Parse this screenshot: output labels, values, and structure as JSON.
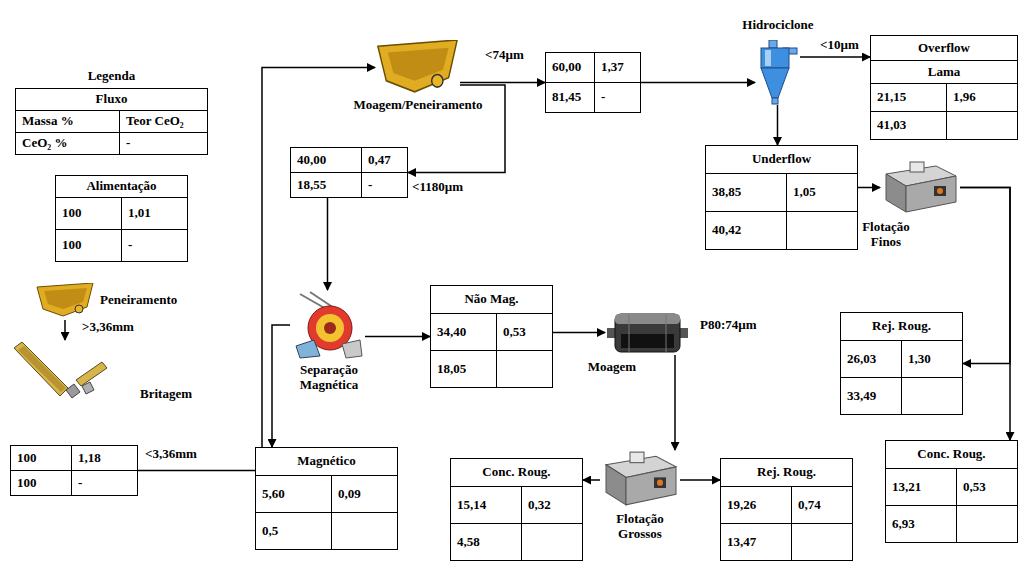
{
  "diagram": {
    "nodes": [
      {
        "text": [
          "Legenda",
          "Fluxo",
          "Massa %",
          "Teor CeO₂",
          "CeO₂ %",
          "-"
        ]
      },
      {
        "text": [
          "Alimentação",
          "100",
          "1,01",
          "100",
          "-"
        ]
      },
      {
        "text": [
          "Peneiramento"
        ]
      },
      {
        "text": [
          "Britagem"
        ]
      },
      {
        "text": [
          "100",
          "1,18",
          "100",
          "-"
        ]
      },
      {
        "text": [
          "Moagem/Peneiramento"
        ]
      },
      {
        "text": [
          "60,00",
          "1,37",
          "81,45",
          "-"
        ]
      },
      {
        "text": [
          "40,00",
          "0,47",
          "18,55",
          "-"
        ]
      },
      {
        "text": [
          "Hidrociclone"
        ]
      },
      {
        "text": [
          "Overflow",
          "Lama",
          "21,15",
          "1,96",
          "41,03"
        ]
      },
      {
        "text": [
          "Underflow",
          "38,85",
          "1,05",
          "40,42"
        ]
      },
      {
        "text": [
          "Flotação Finos"
        ]
      },
      {
        "text": [
          "Separação Magnética"
        ]
      },
      {
        "text": [
          "Não Mag.",
          "34,40",
          "0,53",
          "18,05"
        ]
      },
      {
        "text": [
          "Magnético",
          "5,60",
          "0,09",
          "0,5"
        ]
      },
      {
        "text": [
          "Moagem"
        ]
      },
      {
        "text": [
          "Conc. Roug.",
          "15,14",
          "0,32",
          "4,58"
        ]
      },
      {
        "text": [
          "Flotação Grossos"
        ]
      },
      {
        "text": [
          "Rej. Roug.",
          "19,26",
          "0,74",
          "13,47"
        ]
      },
      {
        "text": [
          "Rej. Roug.",
          "26,03",
          "1,30",
          "33,49"
        ]
      },
      {
        "text": [
          "Conc. Roug.",
          "13,21",
          "0,53",
          "6,93"
        ]
      }
    ],
    "edges": [
      {
        "from": 2,
        "to": 3,
        "arrow": "to"
      },
      {
        "from": 4,
        "to": 5,
        "arrow": "to"
      },
      {
        "from": 5,
        "to": 6,
        "arrow": "to"
      },
      {
        "from": 5,
        "to": 7,
        "arrow": "to"
      },
      {
        "from": 6,
        "to": 8,
        "arrow": "to"
      },
      {
        "from": 8,
        "to": 9,
        "arrow": "to"
      },
      {
        "from": 8,
        "to": 10,
        "arrow": "to"
      },
      {
        "from": 10,
        "to": 11,
        "arrow": "to"
      },
      {
        "from": 11,
        "to": 19,
        "arrow": "to"
      },
      {
        "from": 11,
        "to": 20,
        "arrow": "to"
      },
      {
        "from": 7,
        "to": 12,
        "arrow": "to"
      },
      {
        "from": 12,
        "to": 13,
        "arrow": "to"
      },
      {
        "from": 12,
        "to": 14,
        "arrow": "to"
      },
      {
        "from": 13,
        "to": 15,
        "arrow": "to"
      },
      {
        "from": 15,
        "to": 17,
        "arrow": "to"
      },
      {
        "from": 17,
        "to": 16,
        "arrow": "to"
      },
      {
        "from": 17,
        "to": 18,
        "arrow": "to"
      }
    ],
    "labels": [
      "<74µm",
      "<1180µm",
      ">3,36mm",
      "<3,36mm",
      "<10µm",
      "P80:74µm"
    ]
  }
}
